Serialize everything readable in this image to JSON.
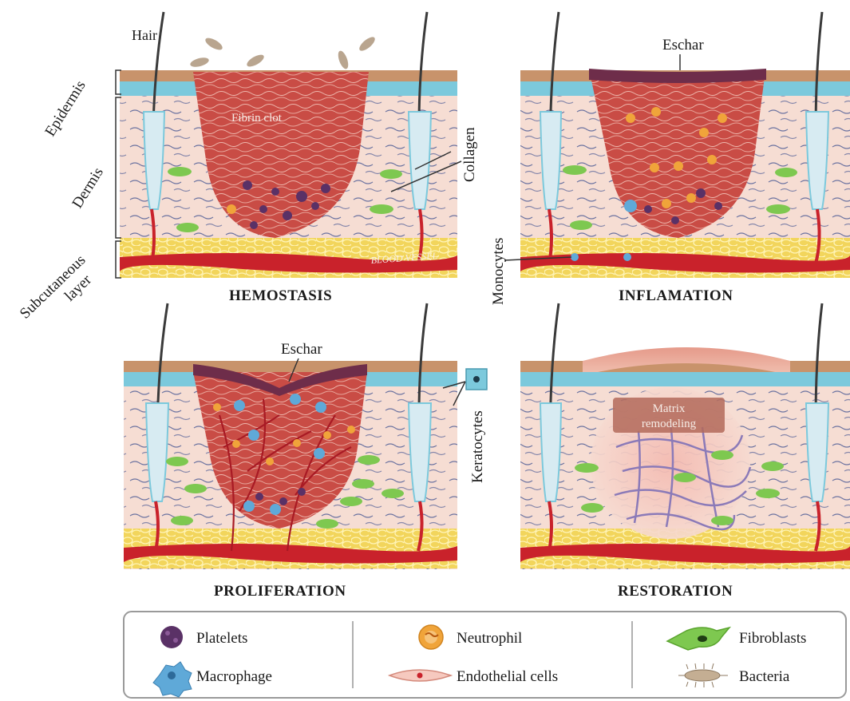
{
  "colors": {
    "epidermis_top": "#c8936b",
    "basal_layer": "#7cc9dc",
    "dermis": "#f6ddd3",
    "wound": "#c94c45",
    "eschar": "#6e2d4a",
    "fat": "#f2d55c",
    "vessel": "#c9222b",
    "fibroblast": "#7ec850",
    "platelet": "#5a3166",
    "neutrophil": "#f0a43a",
    "macrophage": "#5fa9d8",
    "collagen_line": "#3c4f8f"
  },
  "panels": {
    "hemostasis": {
      "title": "HEMOSTASIS",
      "hair": "Hair",
      "epidermis": "Epidermis",
      "dermis": "Dermis",
      "subcutaneous_line1": "Subcutaneous",
      "subcutaneous_line2": "layer",
      "fibrin_clot": "Fibrin clot",
      "collagen": "Collagen",
      "blood_vessel": "BLOOD VESSEL"
    },
    "inflammation": {
      "title": "INFLAMATION",
      "eschar": "Eschar",
      "monocytes": "Monocytes"
    },
    "proliferation": {
      "title": "PROLIFERATION",
      "eschar": "Eschar",
      "keratocytes": "Keratocytes"
    },
    "restoration": {
      "title": "RESTORATION",
      "matrix_line1": "Matrix",
      "matrix_line2": "remodeling"
    }
  },
  "legend": {
    "items": [
      {
        "label": "Platelets",
        "icon": "platelet-icon"
      },
      {
        "label": "Macrophage",
        "icon": "macrophage-icon"
      },
      {
        "label": "Neutrophil",
        "icon": "neutrophil-icon"
      },
      {
        "label": "Endothelial cells",
        "icon": "endothelial-cell-icon"
      },
      {
        "label": "Fibroblasts",
        "icon": "fibroblast-icon"
      },
      {
        "label": "Bacteria",
        "icon": "bacteria-icon"
      }
    ]
  }
}
